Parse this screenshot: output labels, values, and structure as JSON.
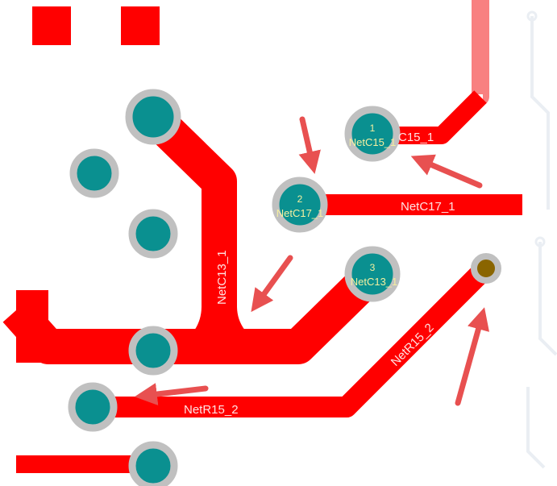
{
  "colors": {
    "copper": "#ff0000",
    "pad_fill": "#0a9090",
    "pad_ring": "#c0c0c0",
    "via_fill": "#8a6500",
    "annotation_arrow": "#e85050",
    "pad_text": "#f4f0a0",
    "trace_label": "#ffe3e3",
    "unrouted_trace": "#f88080"
  },
  "trace_labels": {
    "c13": "NetC13_1",
    "c17": "NetC17_1",
    "c15": "C15_1",
    "r15_diag": "NetR15_2",
    "r15_bottom": "NetR15_2"
  },
  "pads": {
    "p1": {
      "number": "1",
      "net": "NetC15_1"
    },
    "p2": {
      "number": "2",
      "net": "NetC17_1"
    },
    "p3": {
      "number": "3",
      "net": "NetC13_1"
    }
  }
}
